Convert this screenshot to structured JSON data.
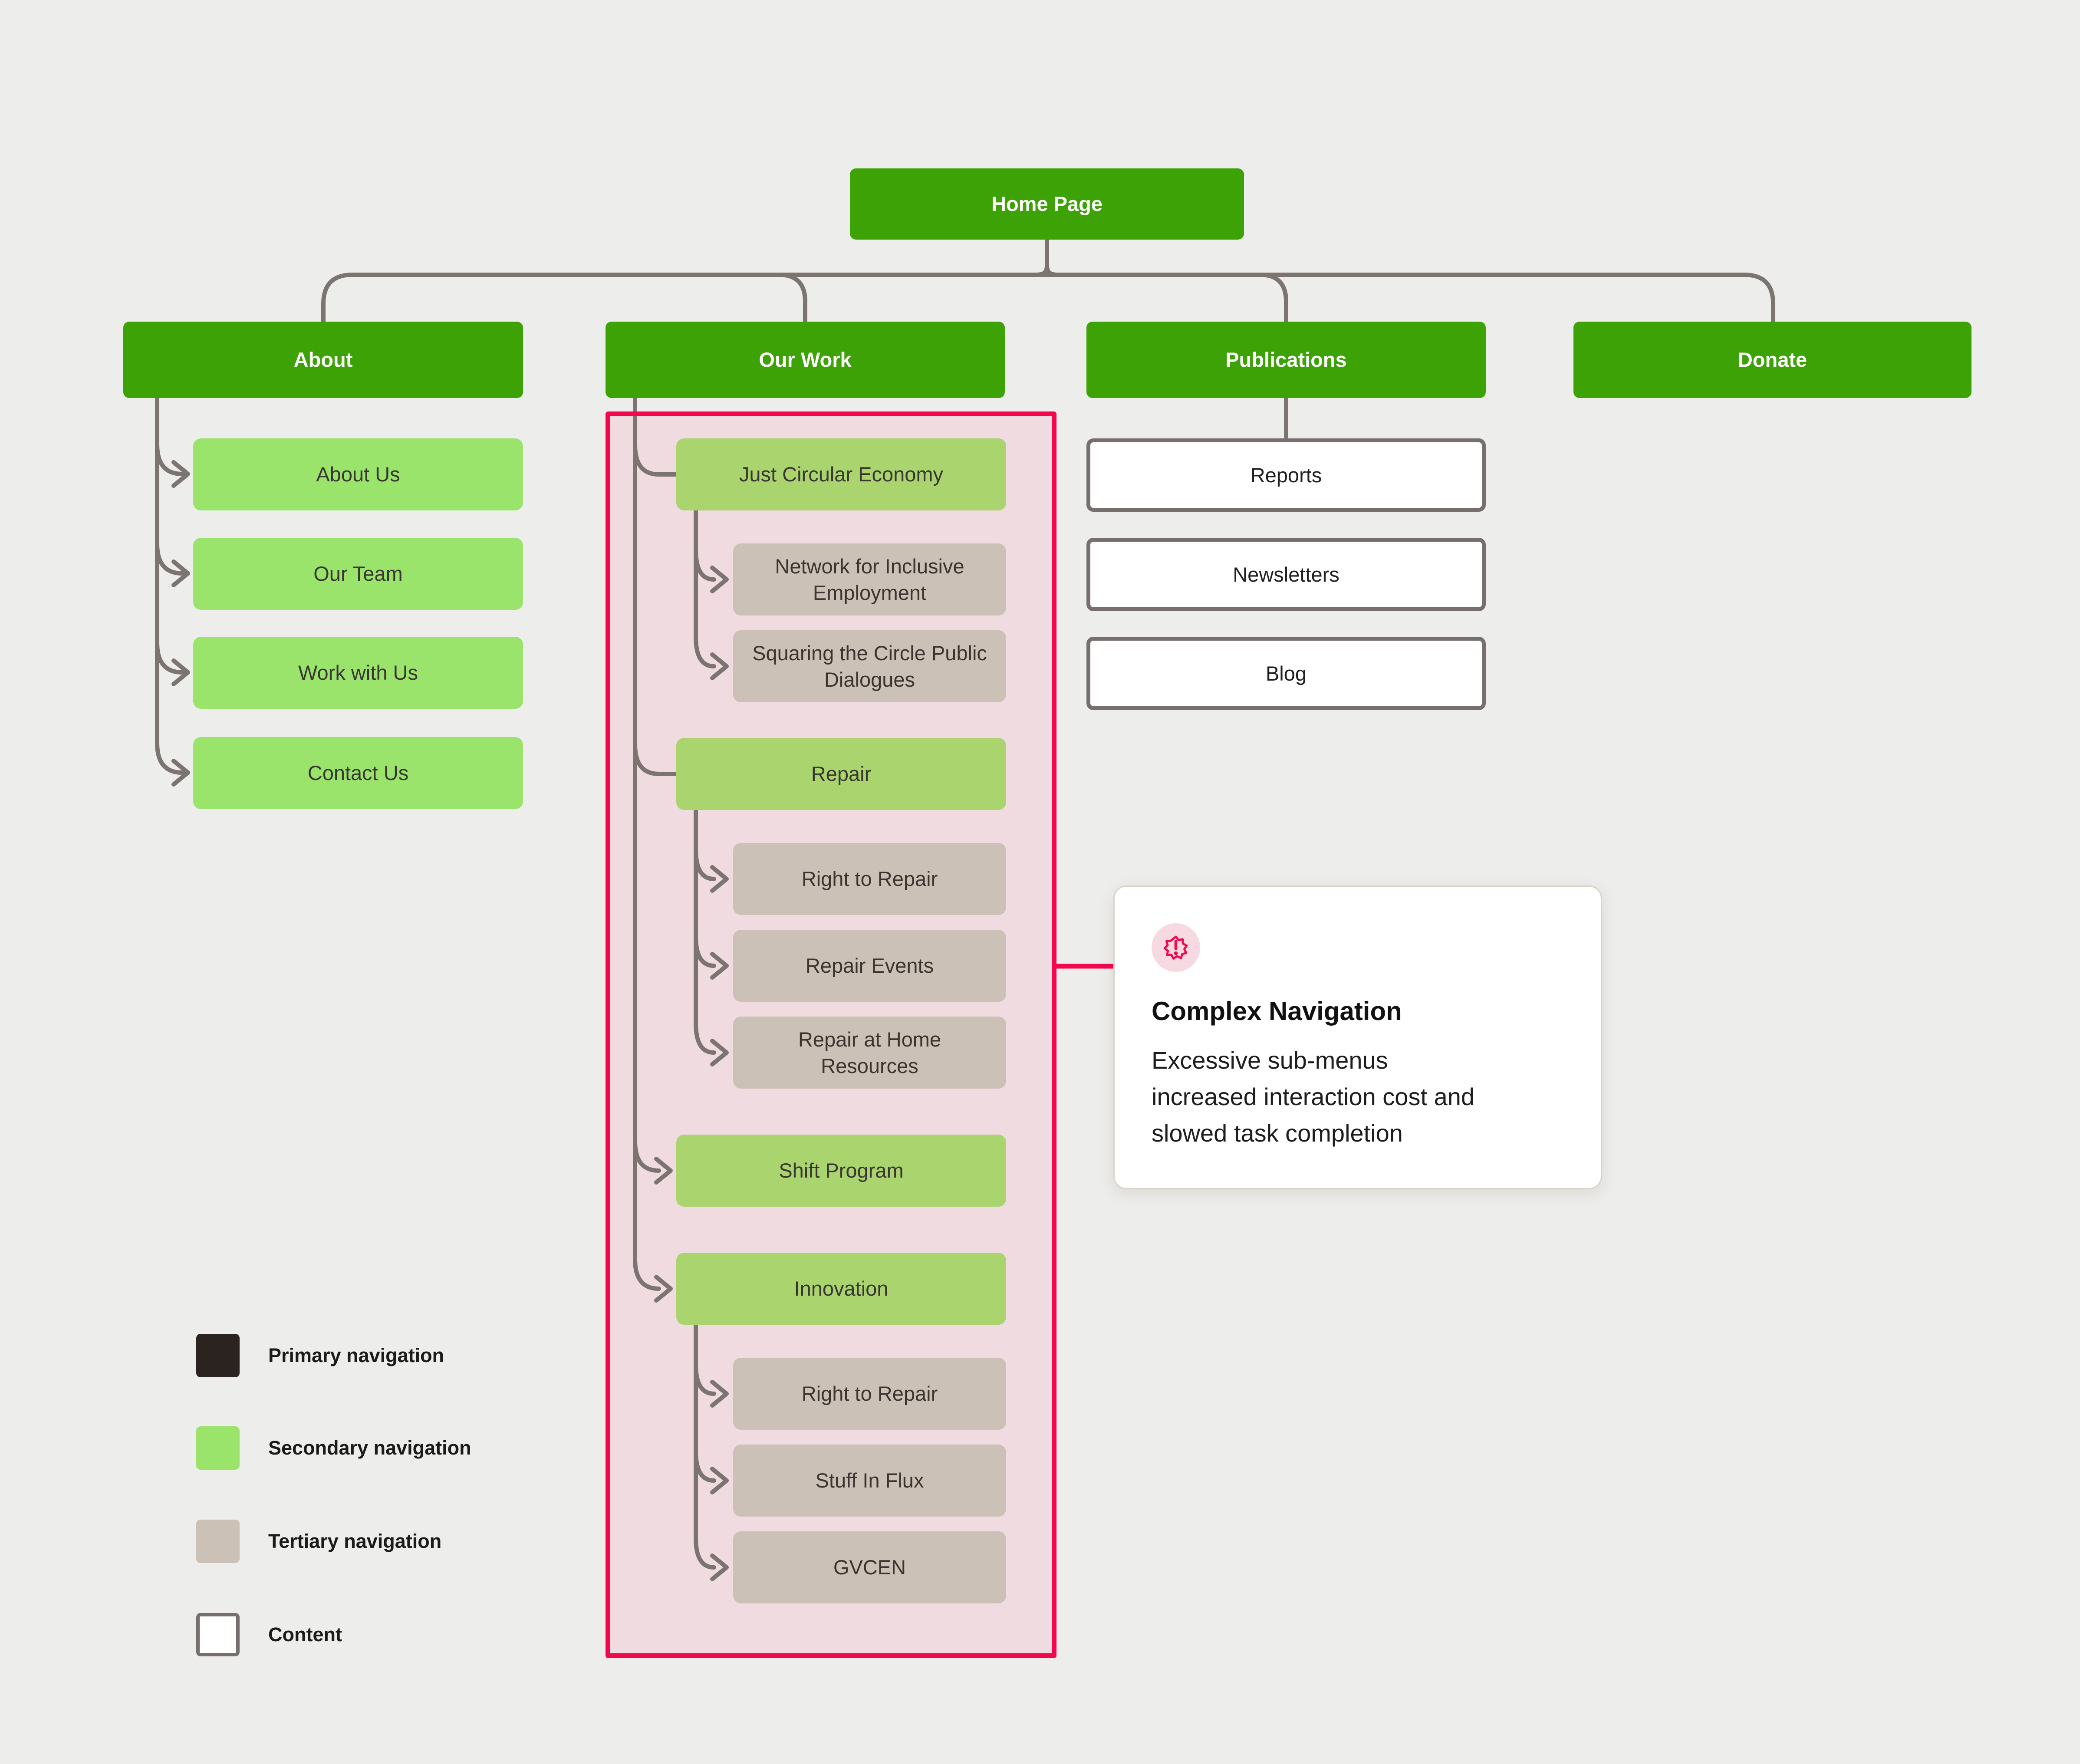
{
  "diagram": {
    "root": {
      "label": "Home Page"
    },
    "branches": [
      {
        "label": "About",
        "children": [
          {
            "lines": [
              "About Us"
            ]
          },
          {
            "lines": [
              "Our Team"
            ]
          },
          {
            "lines": [
              "Work with Us"
            ]
          },
          {
            "lines": [
              "Contact Us"
            ]
          }
        ]
      },
      {
        "label": "Our Work",
        "children": [
          {
            "level": "secondary",
            "lines": [
              "Just Circular Economy"
            ]
          },
          {
            "level": "tertiary",
            "lines": [
              "Network for Inclusive",
              "Employment"
            ]
          },
          {
            "level": "tertiary",
            "lines": [
              "Squaring the Circle Public",
              "Dialogues"
            ]
          },
          {
            "level": "secondary",
            "lines": [
              "Repair"
            ]
          },
          {
            "level": "tertiary",
            "lines": [
              "Right to Repair"
            ]
          },
          {
            "level": "tertiary",
            "lines": [
              "Repair Events"
            ]
          },
          {
            "level": "tertiary",
            "lines": [
              "Repair at Home",
              "Resources"
            ]
          },
          {
            "level": "secondary",
            "lines": [
              "Shift Program"
            ]
          },
          {
            "level": "secondary",
            "lines": [
              "Innovation"
            ]
          },
          {
            "level": "tertiary",
            "lines": [
              "Right to Repair"
            ]
          },
          {
            "level": "tertiary",
            "lines": [
              "Stuff In Flux"
            ]
          },
          {
            "level": "tertiary",
            "lines": [
              "GVCEN"
            ]
          }
        ]
      },
      {
        "label": "Publications",
        "children": [
          {
            "lines": [
              "Reports"
            ]
          },
          {
            "lines": [
              "Newsletters"
            ]
          },
          {
            "lines": [
              "Blog"
            ]
          }
        ]
      },
      {
        "label": "Donate",
        "children": []
      }
    ]
  },
  "highlight": {
    "border_color": "#F2084D",
    "fill_color": "#F0DBE0"
  },
  "callout": {
    "icon": "alert-badge-icon",
    "icon_color": "#F2084D",
    "title": "Complex Navigation",
    "body_lines": [
      "Excessive sub-menus",
      "increased interaction cost and",
      "slowed task completion"
    ]
  },
  "legend": {
    "items": [
      {
        "label": "Primary navigation",
        "color": "#2A231F"
      },
      {
        "label": "Secondary navigation",
        "color": "#9AE46C"
      },
      {
        "label": "Tertiary navigation",
        "color": "#CBC1B6"
      },
      {
        "label": "Content",
        "color": "#FFFFFF"
      }
    ]
  },
  "colors": {
    "background": "#EDEDEB",
    "primary_nav_box": "#3CA206",
    "secondary_nav_box": "#9AE46C",
    "tertiary_nav_box": "#CBC1B6",
    "connector_gray": "#7B7471"
  }
}
